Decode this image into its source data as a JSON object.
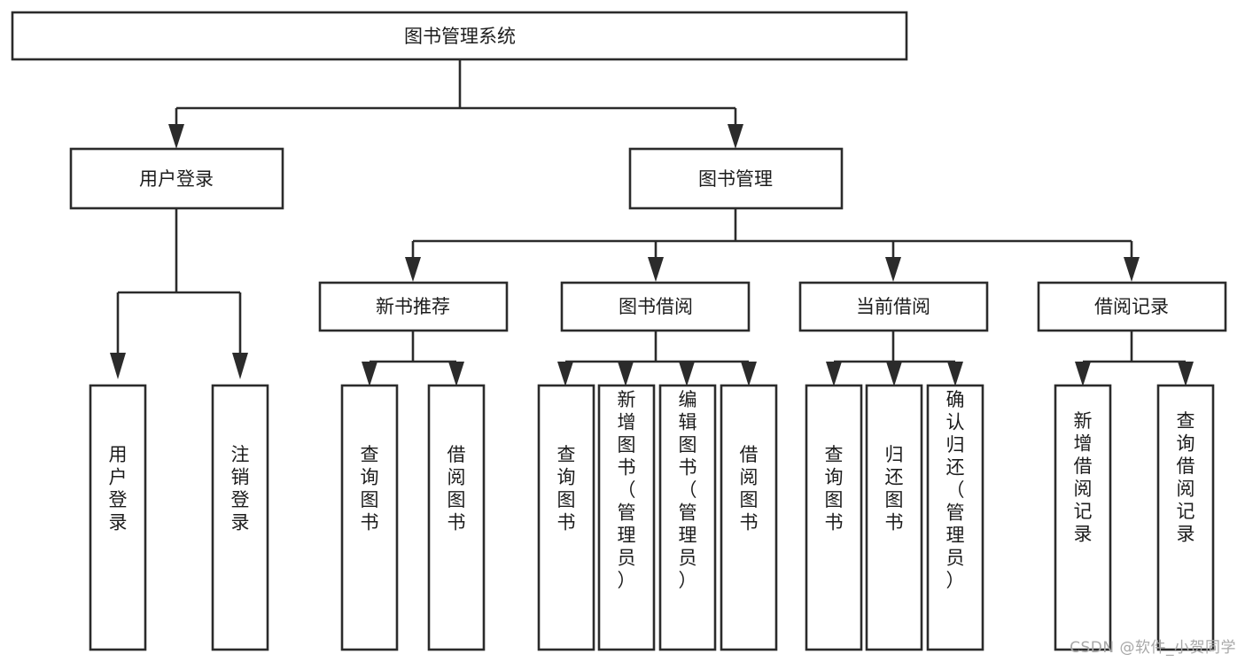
{
  "diagram": {
    "type": "tree-hierarchy",
    "title": "图书管理系统",
    "watermark": "CSDN @软件_小贺同学",
    "colors": {
      "box_stroke": "#2b2b2b",
      "box_fill": "#ffffff",
      "text": "#1c1c1c",
      "background": "#ffffff",
      "watermark": "#a8a8a8"
    },
    "root": {
      "id": "root",
      "label": "图书管理系统",
      "orientation": "horizontal"
    },
    "level2": [
      {
        "id": "user-login",
        "label": "用户登录",
        "orientation": "horizontal"
      },
      {
        "id": "book-manage",
        "label": "图书管理",
        "orientation": "horizontal"
      }
    ],
    "level3": [
      {
        "id": "new-book-rec",
        "label": "新书推荐",
        "orientation": "horizontal",
        "parent": "book-manage"
      },
      {
        "id": "book-borrow",
        "label": "图书借阅",
        "orientation": "horizontal",
        "parent": "book-manage"
      },
      {
        "id": "current-borrow",
        "label": "当前借阅",
        "orientation": "horizontal",
        "parent": "book-manage"
      },
      {
        "id": "borrow-record",
        "label": "借阅记录",
        "orientation": "horizontal",
        "parent": "book-manage"
      }
    ],
    "leaves": [
      {
        "id": "leaf-user-login",
        "label": "用户登录",
        "orientation": "vertical",
        "parent": "user-login"
      },
      {
        "id": "leaf-logout",
        "label": "注销登录",
        "orientation": "vertical",
        "parent": "user-login"
      },
      {
        "id": "leaf-query-book-1",
        "label": "查询图书",
        "orientation": "vertical",
        "parent": "new-book-rec"
      },
      {
        "id": "leaf-borrow-book-1",
        "label": "借阅图书",
        "orientation": "vertical",
        "parent": "new-book-rec"
      },
      {
        "id": "leaf-query-book-2",
        "label": "查询图书",
        "orientation": "vertical",
        "parent": "book-borrow"
      },
      {
        "id": "leaf-add-book",
        "label": "新增图书（管理员）",
        "orientation": "vertical",
        "parent": "book-borrow"
      },
      {
        "id": "leaf-edit-book",
        "label": "编辑图书（管理员）",
        "orientation": "vertical",
        "parent": "book-borrow"
      },
      {
        "id": "leaf-borrow-book-2",
        "label": "借阅图书",
        "orientation": "vertical",
        "parent": "book-borrow"
      },
      {
        "id": "leaf-query-book-3",
        "label": "查询图书",
        "orientation": "vertical",
        "parent": "current-borrow"
      },
      {
        "id": "leaf-return-book",
        "label": "归还图书",
        "orientation": "vertical",
        "parent": "current-borrow"
      },
      {
        "id": "leaf-confirm-return",
        "label": "确认归还（管理员）",
        "orientation": "vertical",
        "parent": "current-borrow"
      },
      {
        "id": "leaf-add-record",
        "label": "新增借阅记录",
        "orientation": "vertical",
        "parent": "borrow-record"
      },
      {
        "id": "leaf-query-record",
        "label": "查询借阅记录",
        "orientation": "vertical",
        "parent": "borrow-record"
      }
    ]
  }
}
